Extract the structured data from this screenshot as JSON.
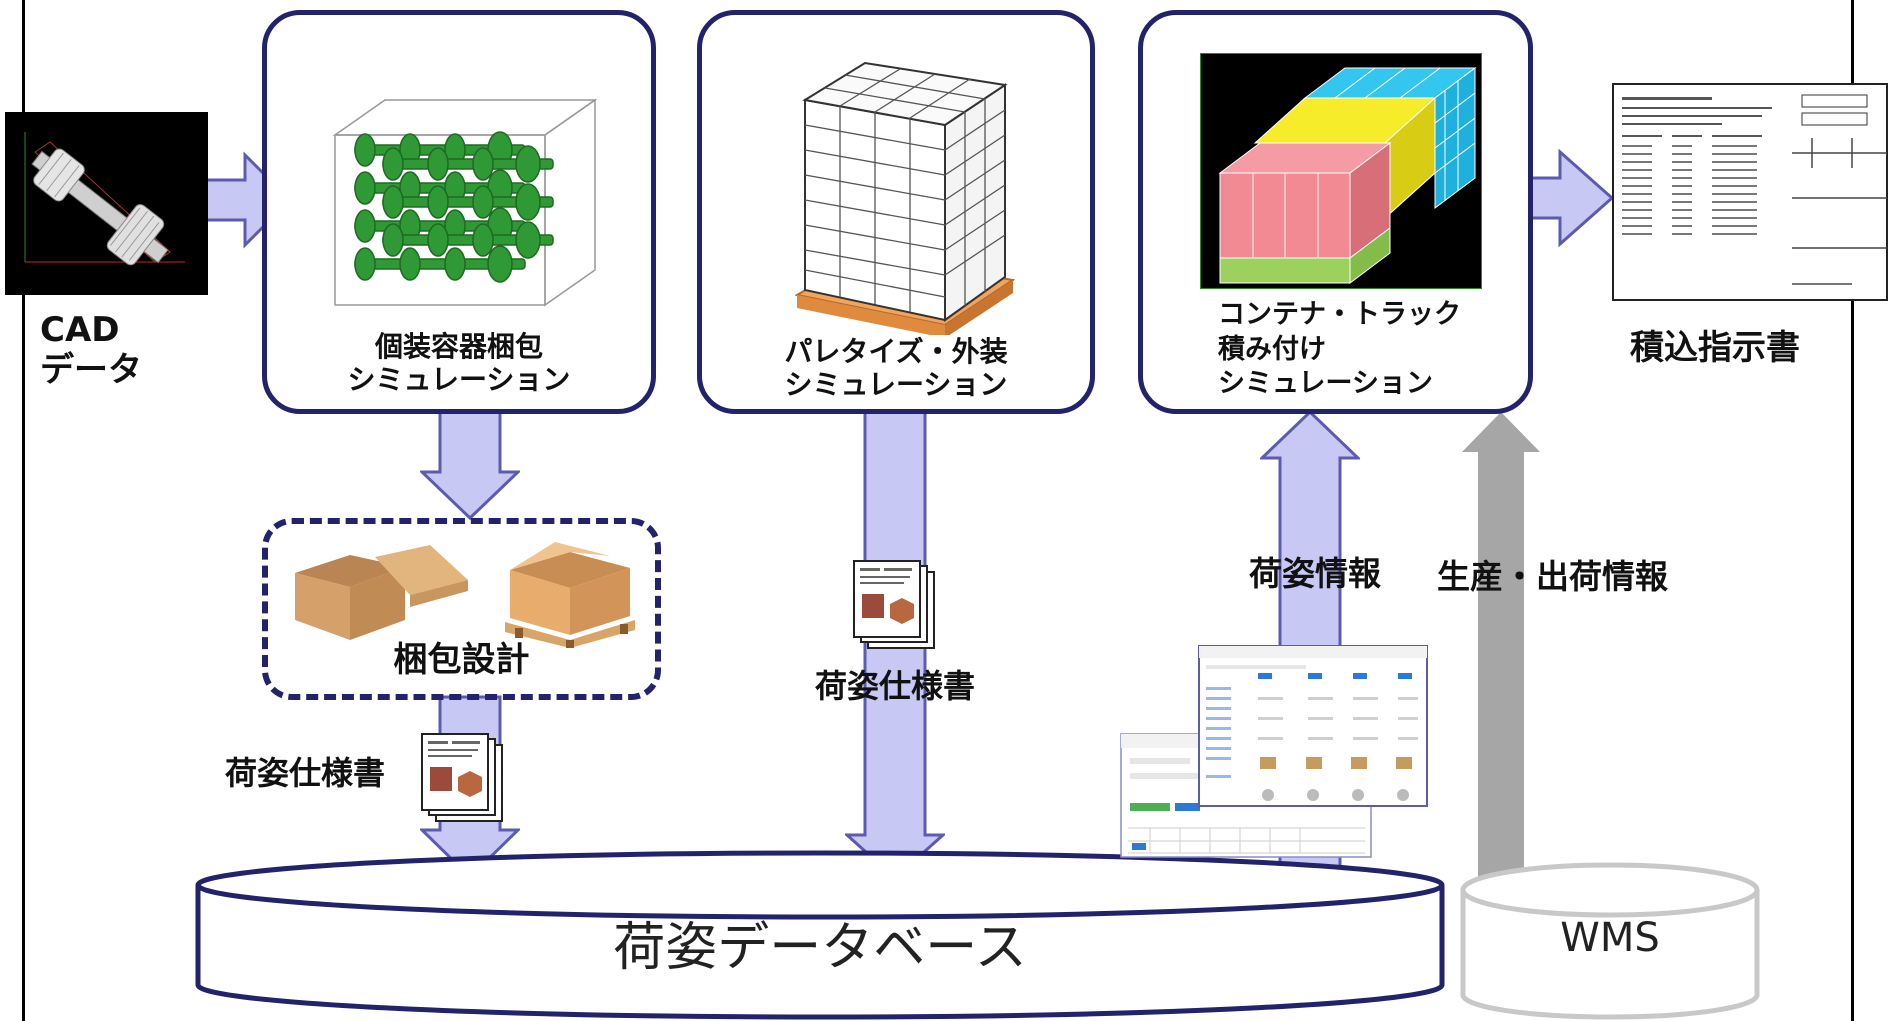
{
  "cad": {
    "label_line1": "CAD",
    "label_line2": "データ"
  },
  "packing_sim": {
    "label_line1": "個装容器梱包",
    "label_line2": "シミュレーション"
  },
  "pallet_sim": {
    "label_line1": "パレタイズ・外装",
    "label_line2": "シミュレーション"
  },
  "container_sim": {
    "label_line1": "コンテナ・トラック",
    "label_line2": "積み付け",
    "label_line3": "シミュレーション"
  },
  "loading_instructions": {
    "label": "積込指示書"
  },
  "packing_design": {
    "label": "梱包設計"
  },
  "spec_sheet_left": {
    "label": "荷姿仕様書"
  },
  "spec_sheet_center": {
    "label": "荷姿仕様書"
  },
  "package_info": {
    "label": "荷姿情報"
  },
  "production_info": {
    "label": "生産・出荷情報"
  },
  "database": {
    "label": "荷姿データベース"
  },
  "wms": {
    "label": "WMS"
  },
  "colors": {
    "panel_border": "#23236b",
    "arrow_fill": "#c7c9f4",
    "arrow_stroke": "#5b5bb0",
    "gray_arrow": "#a6a6a6"
  }
}
